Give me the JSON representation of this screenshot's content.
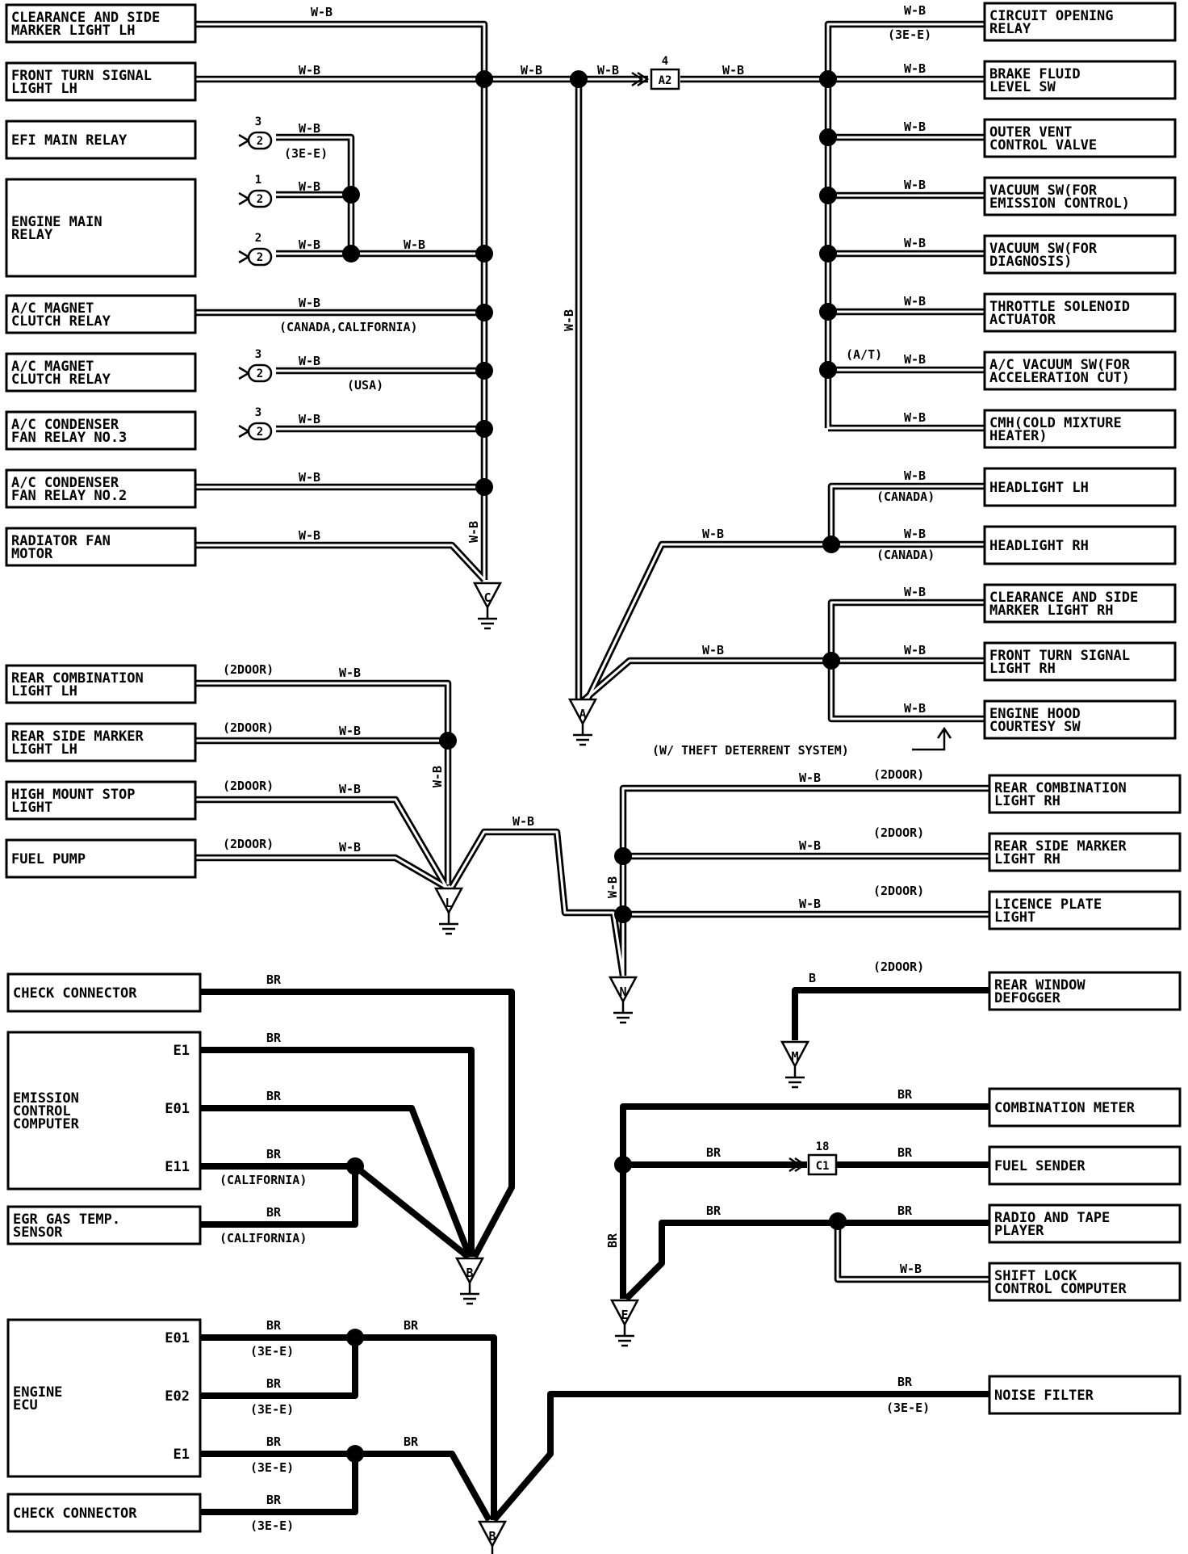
{
  "components": [
    {
      "id": "clearance-lh",
      "lines": [
        "CLEARANCE AND SIDE",
        "MARKER LIGHT LH"
      ]
    },
    {
      "id": "front-turn-lh",
      "lines": [
        "FRONT TURN SIGNAL",
        "LIGHT LH"
      ]
    },
    {
      "id": "efi-main-relay",
      "lines": [
        "EFI MAIN RELAY"
      ]
    },
    {
      "id": "engine-main-relay",
      "lines": [
        "ENGINE MAIN",
        "RELAY"
      ]
    },
    {
      "id": "ac-magnet-1",
      "lines": [
        "A/C MAGNET",
        "CLUTCH RELAY"
      ]
    },
    {
      "id": "ac-magnet-2",
      "lines": [
        "A/C MAGNET",
        "CLUTCH RELAY"
      ]
    },
    {
      "id": "ac-cond-3",
      "lines": [
        "A/C CONDENSER",
        "FAN RELAY NO.3"
      ]
    },
    {
      "id": "ac-cond-2",
      "lines": [
        "A/C CONDENSER",
        "FAN RELAY NO.2"
      ]
    },
    {
      "id": "radiator-fan",
      "lines": [
        "RADIATOR FAN",
        "MOTOR"
      ]
    },
    {
      "id": "circuit-opening",
      "lines": [
        "CIRCUIT OPENING",
        "RELAY"
      ]
    },
    {
      "id": "brake-fluid",
      "lines": [
        "BRAKE FLUID",
        "LEVEL SW"
      ]
    },
    {
      "id": "outer-vent",
      "lines": [
        "OUTER VENT",
        "CONTROL VALVE"
      ]
    },
    {
      "id": "vacuum-emission",
      "lines": [
        "VACUUM SW(FOR",
        "EMISSION CONTROL)"
      ]
    },
    {
      "id": "vacuum-diag",
      "lines": [
        "VACUUM SW(FOR",
        "DIAGNOSIS)"
      ]
    },
    {
      "id": "throttle-sol",
      "lines": [
        "THROTTLE SOLENOID",
        "ACTUATOR"
      ]
    },
    {
      "id": "ac-vacuum",
      "lines": [
        "A/C VACUUM SW(FOR",
        "ACCELERATION CUT)"
      ]
    },
    {
      "id": "cmh",
      "lines": [
        "CMH(COLD MIXTURE",
        "HEATER)"
      ]
    },
    {
      "id": "headlight-lh",
      "lines": [
        "HEADLIGHT LH"
      ]
    },
    {
      "id": "headlight-rh",
      "lines": [
        "HEADLIGHT RH"
      ]
    },
    {
      "id": "clearance-rh",
      "lines": [
        "CLEARANCE AND SIDE",
        "MARKER LIGHT RH"
      ]
    },
    {
      "id": "front-turn-rh",
      "lines": [
        "FRONT TURN SIGNAL",
        "LIGHT RH"
      ]
    },
    {
      "id": "hood-courtesy",
      "lines": [
        "ENGINE HOOD",
        "COURTESY SW"
      ]
    },
    {
      "id": "rear-comb-lh",
      "lines": [
        "REAR COMBINATION",
        "LIGHT LH"
      ]
    },
    {
      "id": "rear-side-lh",
      "lines": [
        "REAR SIDE MARKER",
        "LIGHT LH"
      ]
    },
    {
      "id": "high-mount",
      "lines": [
        "HIGH MOUNT STOP",
        "LIGHT"
      ]
    },
    {
      "id": "fuel-pump",
      "lines": [
        "FUEL PUMP"
      ]
    },
    {
      "id": "rear-comb-rh",
      "lines": [
        "REAR COMBINATION",
        "LIGHT RH"
      ]
    },
    {
      "id": "rear-side-rh",
      "lines": [
        "REAR SIDE MARKER",
        "LIGHT RH"
      ]
    },
    {
      "id": "licence-plate",
      "lines": [
        "LICENCE PLATE",
        "LIGHT"
      ]
    },
    {
      "id": "check-connector-1",
      "lines": [
        "CHECK CONNECTOR"
      ]
    },
    {
      "id": "emission-computer",
      "lines": [
        "EMISSION",
        "CONTROL",
        "COMPUTER"
      ]
    },
    {
      "id": "egr-sensor",
      "lines": [
        "EGR GAS TEMP.",
        "SENSOR"
      ]
    },
    {
      "id": "rear-defogger",
      "lines": [
        "REAR WINDOW",
        "DEFOGGER"
      ]
    },
    {
      "id": "combination-meter",
      "lines": [
        "COMBINATION METER"
      ]
    },
    {
      "id": "fuel-sender",
      "lines": [
        "FUEL SENDER"
      ]
    },
    {
      "id": "radio-tape",
      "lines": [
        "RADIO AND TAPE",
        "PLAYER"
      ]
    },
    {
      "id": "shift-lock",
      "lines": [
        "SHIFT LOCK",
        "CONTROL COMPUTER"
      ]
    },
    {
      "id": "engine-ecu",
      "lines": [
        "ENGINE",
        "ECU"
      ]
    },
    {
      "id": "check-connector-2",
      "lines": [
        "CHECK CONNECTOR"
      ]
    },
    {
      "id": "noise-filter",
      "lines": [
        "NOISE FILTER"
      ]
    }
  ],
  "pins": {
    "e1_emission": "E1",
    "e01_emission": "E01",
    "e11_emission": "E11",
    "e01_ecu": "E01",
    "e02_ecu": "E02",
    "e1_ecu": "E1"
  },
  "wire_colors": {
    "wb": "W-B",
    "br": "BR",
    "b": "B"
  },
  "notes": {
    "three_e_e": "(3E-E)",
    "canada_california": "(CANADA,CALIFORNIA)",
    "usa": "(USA)",
    "at": "(A/T)",
    "canada": "(CANADA)",
    "two_door": "(2DOOR)",
    "california": "(CALIFORNIA)",
    "theft": "(W/ THEFT DETERRENT SYSTEM)"
  },
  "connectors": {
    "a2": "A2",
    "c1": "C1",
    "two": "2"
  },
  "pin_numbers": {
    "p1": "1",
    "p2": "2",
    "p3": "3",
    "p4": "4",
    "p18": "18"
  },
  "grounds": {
    "c": "C",
    "a": "A",
    "l": "L",
    "n": "N",
    "m": "M",
    "b": "B",
    "e": "E"
  }
}
